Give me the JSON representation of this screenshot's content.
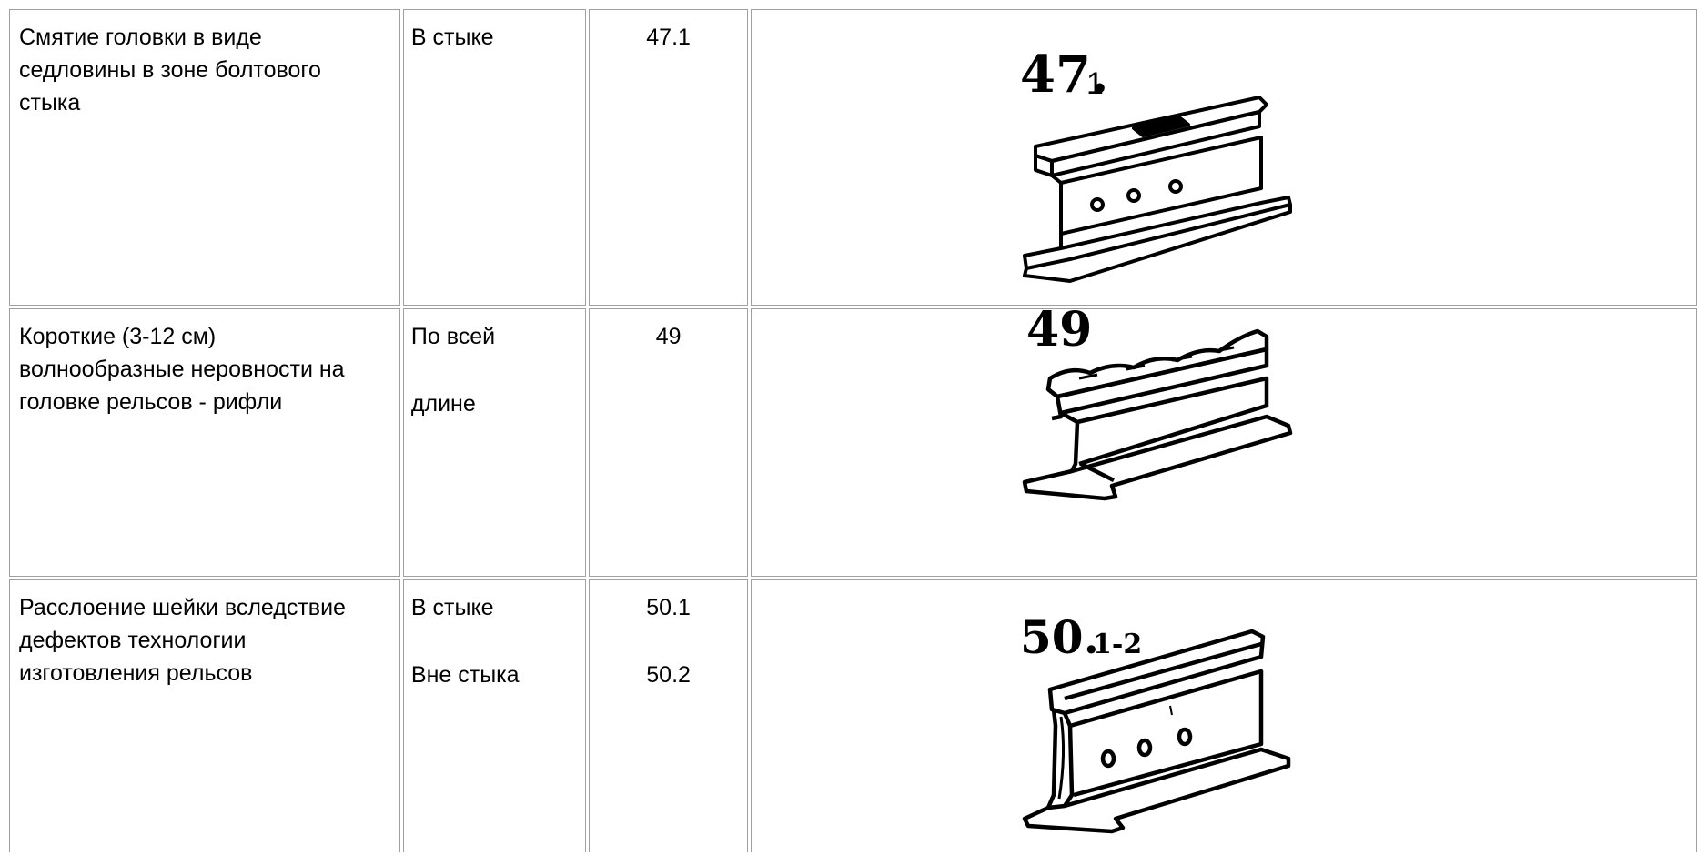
{
  "rows": [
    {
      "description": [
        "Смятие головки в виде",
        "седловины в зоне болтового",
        "стыка"
      ],
      "place": [
        "В стыке"
      ],
      "codes": [
        "47.1"
      ],
      "figure": {
        "label_main": "47.",
        "label_sub": "1",
        "icon": "rail-saddle-joint-drawing"
      }
    },
    {
      "description": [
        "Короткие (3-12 см)",
        "волнообразные неровности на",
        "головке рельсов - рифли"
      ],
      "place": [
        "По всей",
        "длине"
      ],
      "codes": [
        "49"
      ],
      "figure": {
        "label_main": "49",
        "label_sub": "",
        "icon": "rail-corrugation-drawing"
      }
    },
    {
      "description": [
        "Расслоение шейки вследствие",
        "дефектов технологии",
        "изготовления рельсов"
      ],
      "place": [
        "В стыке",
        "Вне стыка"
      ],
      "codes": [
        "50.1",
        "50.2"
      ],
      "figure": {
        "label_main": "50.",
        "label_sub": "1-2",
        "icon": "rail-web-lamination-drawing"
      }
    }
  ]
}
